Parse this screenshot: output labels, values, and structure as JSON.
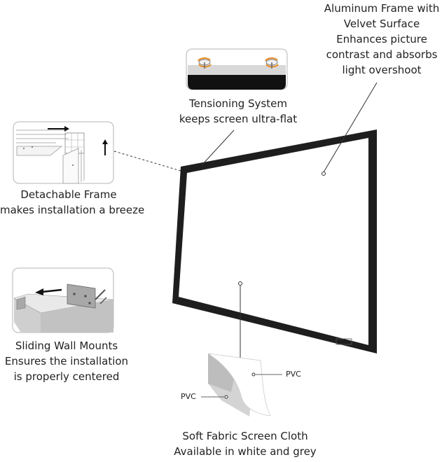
{
  "callouts": {
    "aluminum_frame": {
      "line1": "Aluminum Frame with",
      "line2": "Velvet Surface",
      "line3": "Enhances picture",
      "line4": "contrast and absorbs",
      "line5": "light overshoot"
    },
    "tensioning": {
      "line1": "Tensioning System",
      "line2": "keeps screen ultra-flat"
    },
    "detachable_frame": {
      "line1": "Detachable Frame",
      "line2": "makes installation a breeze"
    },
    "sliding_mounts": {
      "line1": "Sliding Wall Mounts",
      "line2": "Ensures the installation",
      "line3": "is properly centered"
    },
    "screen_cloth": {
      "line1": "Soft Fabric Screen Cloth",
      "line2": "Available in white and grey"
    }
  },
  "material_labels": {
    "pvc_front": "PVC",
    "pvc_back": "PVC"
  },
  "colors": {
    "frame": "#1e1e1e",
    "leader": "#333333",
    "inset_border": "#b5b5b5"
  }
}
